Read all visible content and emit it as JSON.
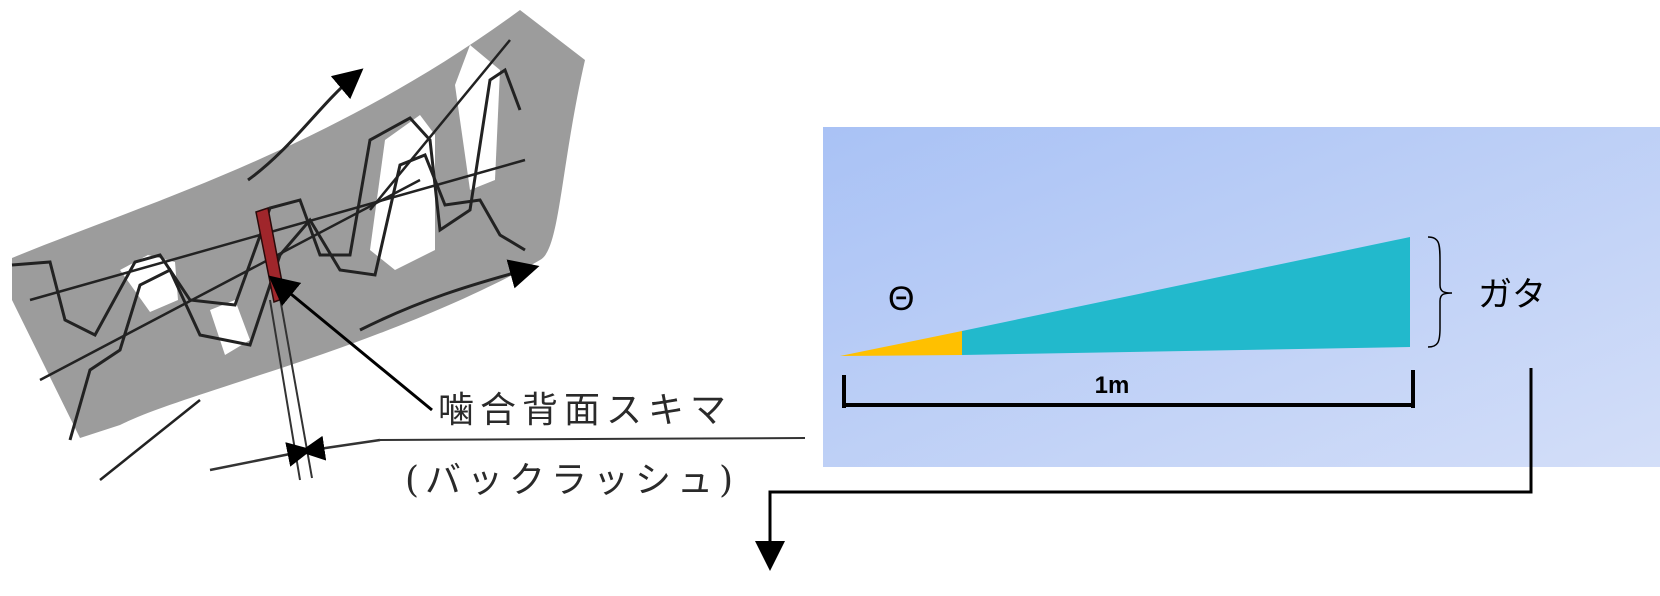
{
  "gear_diagram": {
    "label_line1": "噛合背面スキマ",
    "label_line2": "(バックラッシュ)"
  },
  "backlash_panel": {
    "angle_symbol": "Θ",
    "length_label": "1m",
    "gap_label": "ガタ",
    "colors": {
      "panel_start": "#a9c2f5",
      "panel_end": "#cfdcf7",
      "wedge_teal": "#22b9cc",
      "wedge_yellow": "#ffc000",
      "highlight_red": "#a0262b"
    }
  }
}
